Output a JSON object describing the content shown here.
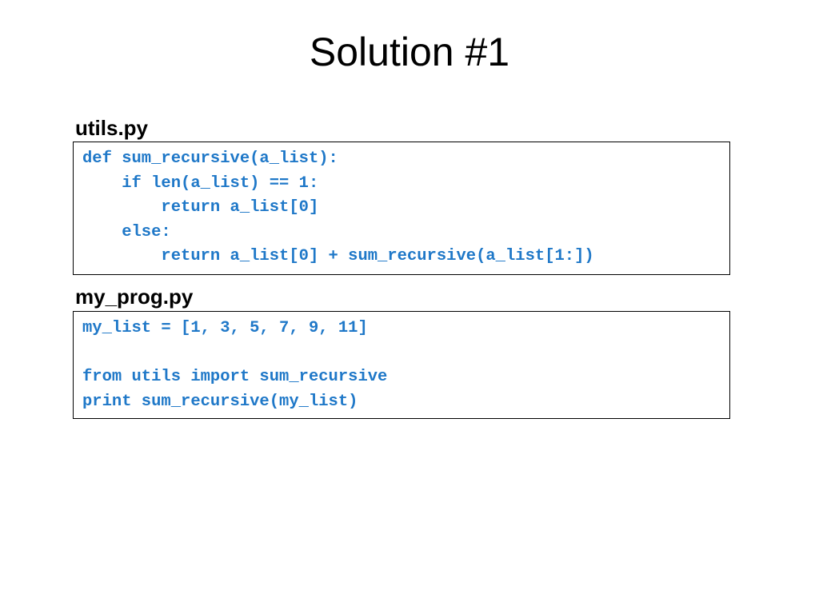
{
  "slide": {
    "title": "Solution #1"
  },
  "files": [
    {
      "label": "utils.py",
      "code_lines": [
        "def sum_recursive(a_list):",
        "    if len(a_list) == 1:",
        "        return a_list[0]",
        "    else:",
        "        return a_list[0] + sum_recursive(a_list[1:])"
      ]
    },
    {
      "label": "my_prog.py",
      "code_lines": [
        "my_list = [1, 3, 5, 7, 9, 11]",
        "",
        "from utils import sum_recursive",
        "print sum_recursive(my_list)"
      ]
    }
  ],
  "colors": {
    "code_text": "#1f78c8",
    "title_text": "#000000"
  }
}
